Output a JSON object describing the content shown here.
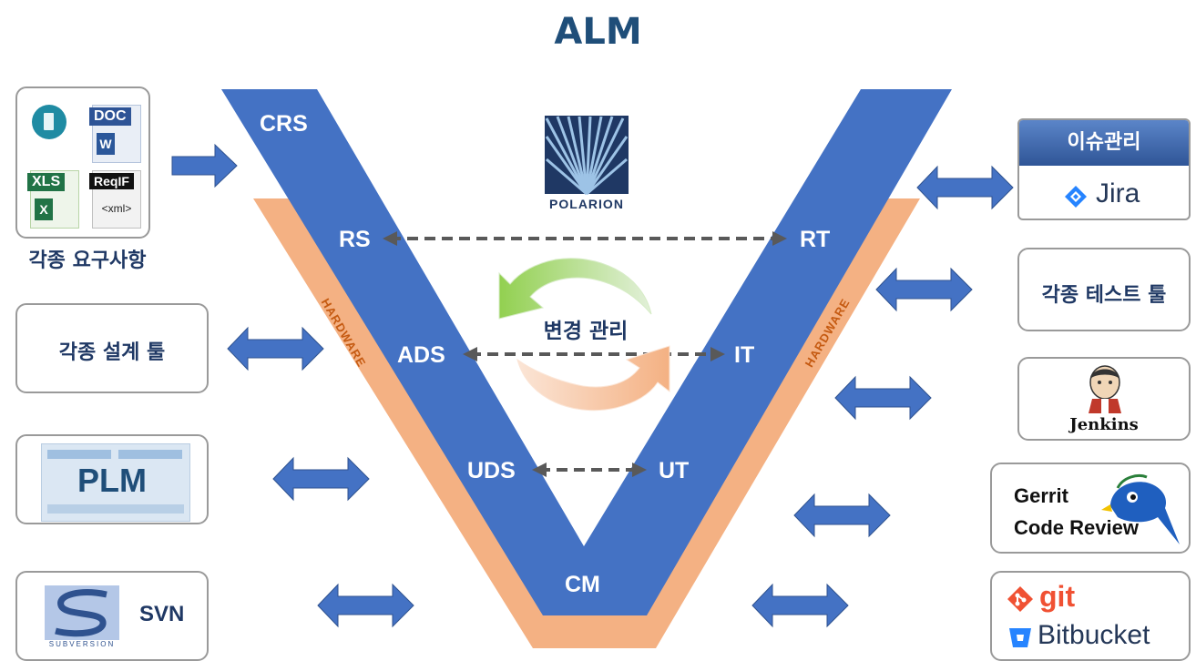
{
  "title": "ALM",
  "center_logo": "POLARION",
  "change_management": "변경 관리",
  "v_model": {
    "left": [
      "CRS",
      "RS",
      "ADS",
      "UDS"
    ],
    "bottom": "CM",
    "right": [
      "RT",
      "IT",
      "UT"
    ],
    "hardware_left": "HARDWARE",
    "hardware_right": "HARDWARE"
  },
  "left_tools": {
    "requirements": {
      "label": "각종 요구사항",
      "doc_badge": "DOC",
      "xls_badge": "XLS",
      "reqif_badge": "ReqIF",
      "reqif_sub": "<xml>",
      "word_letter": "W",
      "excel_letter": "X"
    },
    "design": "각종 설계 툴",
    "plm": "PLM",
    "svn": "SVN",
    "svn_logo_text": "SUBVERSION"
  },
  "right_tools": {
    "issue_header": "이슈관리",
    "jira": "Jira",
    "test": "각종 테스트 툴",
    "jenkins": "Jenkins",
    "gerrit_line1": "Gerrit",
    "gerrit_line2": "Code Review",
    "git": "git",
    "bitbucket": "Bitbucket"
  },
  "colors": {
    "v_blue": "#4472c4",
    "hardware_orange": "#f4b183",
    "arrow_blue": "#4472c4",
    "title": "#1f4e79"
  }
}
